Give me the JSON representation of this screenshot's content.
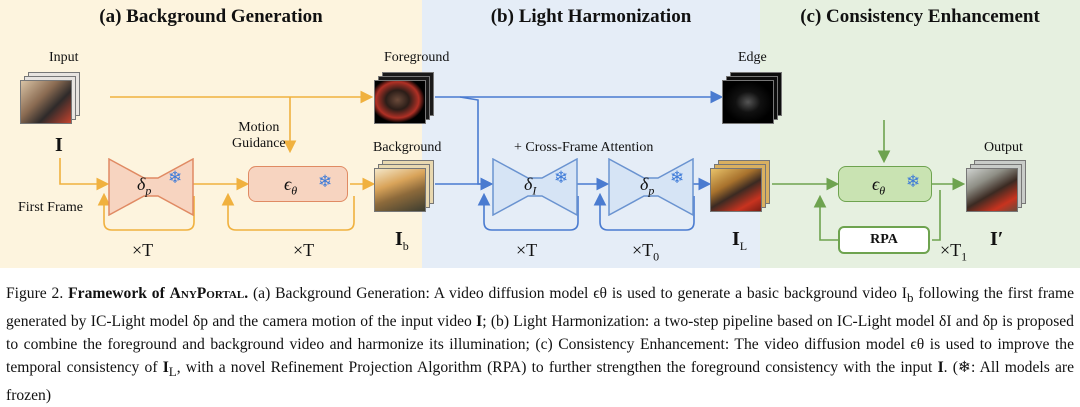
{
  "panels": {
    "a": {
      "title": "(a) Background Generation"
    },
    "b": {
      "title": "(b) Light Harmonization"
    },
    "c": {
      "title": "(c) Consistency Enhancement"
    }
  },
  "labels": {
    "input": "Input",
    "input_symbol": "I",
    "first_frame": "First Frame",
    "motion_guidance_1": "Motion",
    "motion_guidance_2": "Guidance",
    "foreground": "Foreground",
    "background": "Background",
    "background_symbol": "I",
    "background_symbol_sub": "b",
    "cross_frame_attention": "+ Cross-Frame Attention",
    "edge": "Edge",
    "output": "Output",
    "harmonized_symbol": "I",
    "harmonized_symbol_sub": "L",
    "output_symbol": "I′",
    "rpa": "RPA"
  },
  "models": {
    "delta_p_a": {
      "symbol": "δ",
      "sub": "p"
    },
    "eps_a": {
      "symbol": "ϵ",
      "sub": "θ"
    },
    "delta_i_b": {
      "symbol": "δ",
      "sub": "I"
    },
    "delta_p_b": {
      "symbol": "δ",
      "sub": "p"
    },
    "eps_c": {
      "symbol": "ϵ",
      "sub": "θ"
    },
    "frozen_icon": "❄"
  },
  "loops": {
    "a1": "×T",
    "a2": "×T",
    "b1": "×T",
    "b2": "×T",
    "b2_sub": "0",
    "c1": "×T",
    "c1_sub": "1"
  },
  "colors": {
    "panel_a": "#fdf4de",
    "panel_b": "#e5edf7",
    "panel_c": "#e6f0e0",
    "arrow_a": "#f0b13f",
    "arrow_b": "#4a7bd0",
    "arrow_c": "#6ea34f",
    "unet_a_fill": "#f7d4c0",
    "unet_b_fill": "#d6e4f5",
    "eps_c_fill": "#c9e3b2"
  },
  "caption": {
    "fig_label": "Figure 2.",
    "title_pre": "Framework of ",
    "title_name": "AnyPortal.",
    "body_1": "(a) Background Generation: A video diffusion model ϵθ is used to generate a basic background video I",
    "body_1_sub": "b",
    "body_2": " following the first frame generated by IC-Light model δp and the camera motion of the input video ",
    "body_2_bold": "I",
    "body_3": "; (b) Light Harmonization: a two-step pipeline based on IC-Light model δI and δp is proposed to combine the foreground and background video and harmonize its illumination; (c) Consistency Enhancement: The video diffusion model ϵθ is used to improve the temporal consistency of ",
    "body_3_bold": "I",
    "body_3_sub": "L",
    "body_4": ", with a novel Refinement Projection Algorithm (RPA) to further strengthen the foreground consistency with the input ",
    "body_4_bold": "I",
    "body_5": ". (❄: All models are frozen)"
  }
}
